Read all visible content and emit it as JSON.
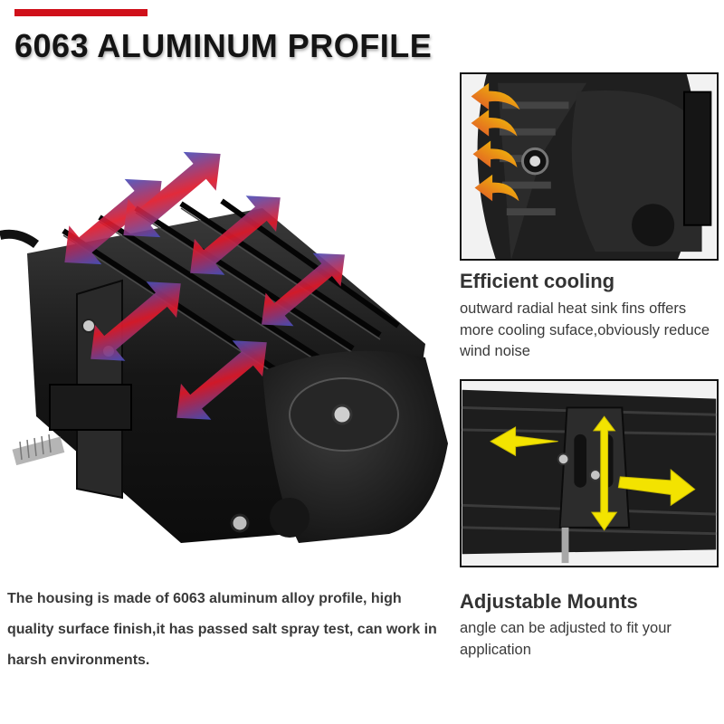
{
  "header": {
    "title": "6063 ALUMINUM PROFILE",
    "accent_color": "#d0101a"
  },
  "main": {
    "description": "The housing is made of 6063 aluminum alloy profile, high quality surface finish,it has passed salt spray test, can work in harsh environments."
  },
  "features": [
    {
      "title": "Efficient cooling",
      "description": "outward radial heat sink fins offers more cooling suface,obviously reduce wind noise"
    },
    {
      "title": "Adjustable Mounts",
      "description": "angle can be adjusted to  fit your application"
    }
  ],
  "colors": {
    "arrow_gradient_start": "#1e5fe6",
    "arrow_gradient_end": "#e0192a",
    "mount_arrow": "#f3e300",
    "housing": "#1c1c1c"
  }
}
